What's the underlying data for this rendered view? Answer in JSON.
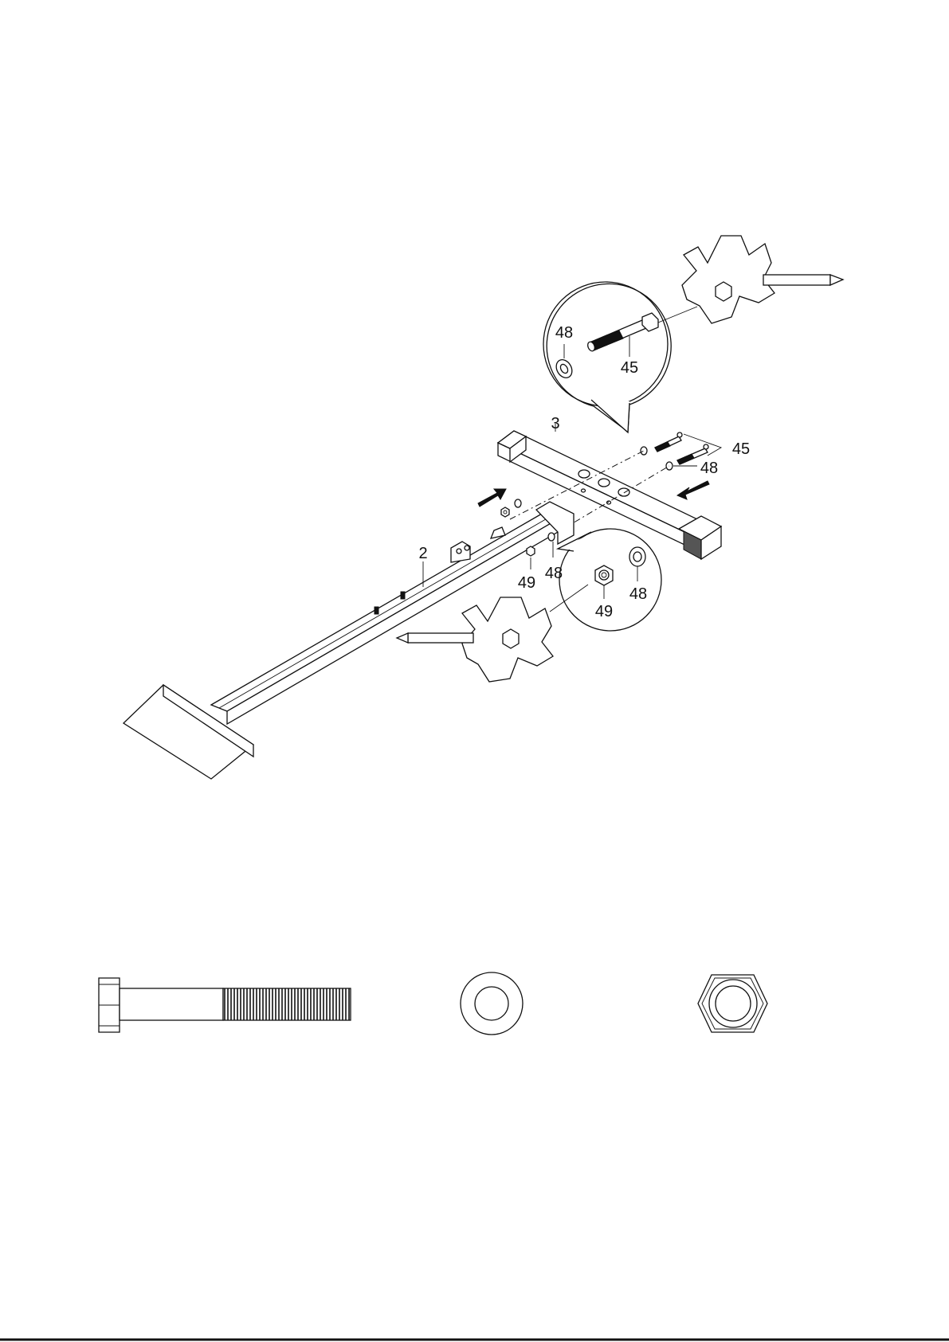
{
  "labels": {
    "part_2": "2",
    "part_3": "3",
    "bolt_45_detail": "45",
    "washer_48_detail": "48",
    "bolt_45_main": "45",
    "washer_48_main_upper": "48",
    "nut_49_main": "49",
    "washer_48_main_lower": "48",
    "nut_49_detail": "49",
    "washer_48_detail_lower": "48"
  },
  "colors": {
    "line": "#111111",
    "background": "#ffffff"
  },
  "icons": [
    "hex-key-wrench-icon",
    "hex-key-wrench-icon",
    "bolt-icon",
    "washer-icon",
    "nut-icon",
    "arrow-icon"
  ]
}
